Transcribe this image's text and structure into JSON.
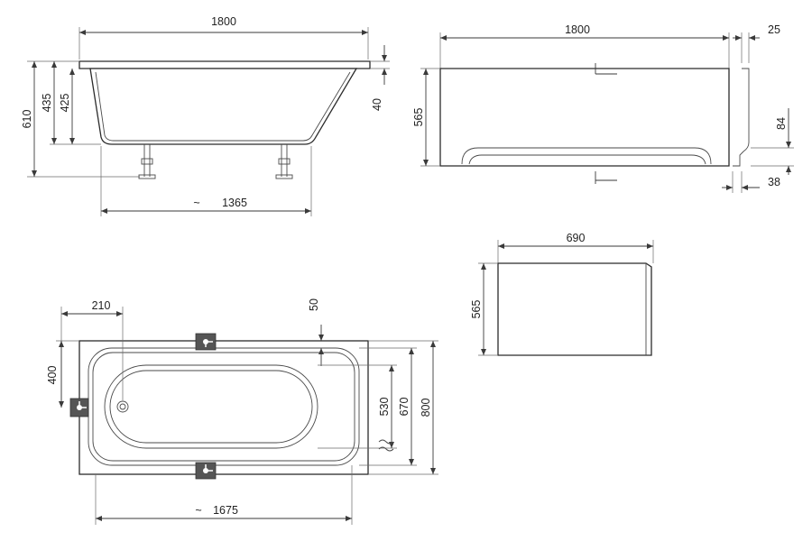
{
  "side_view": {
    "overall_length": "1800",
    "total_height": "610",
    "rim_height": "435",
    "tub_height": "425",
    "rim_thickness": "40",
    "leg_span": "1365"
  },
  "front_panel": {
    "length": "1800",
    "height": "565",
    "depth": "25",
    "lip_height": "84",
    "base_offset": "38"
  },
  "side_panel": {
    "width": "690",
    "height": "565"
  },
  "top_view": {
    "drain_offset": "210",
    "rim_width": "50",
    "drain_position": "400",
    "inner_width": "530",
    "basin_width": "670",
    "overall_width": "800",
    "inner_length": "1675"
  },
  "symbols": {
    "approx": "~"
  }
}
